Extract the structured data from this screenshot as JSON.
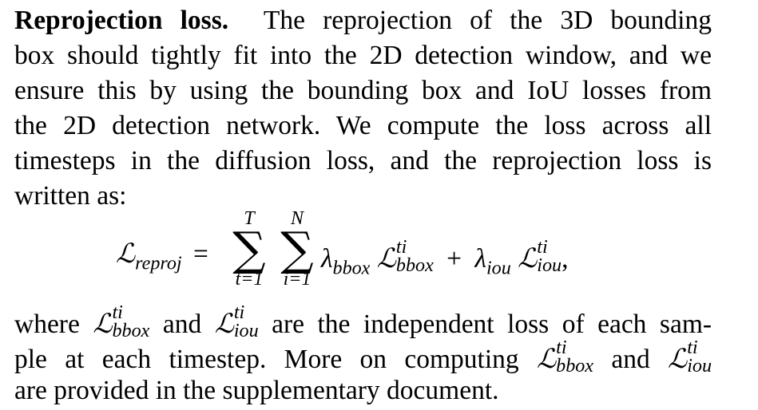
{
  "paragraph1": {
    "lead": "Reprojection loss.",
    "line1": "The reprojection of the 3D bounding",
    "line2": "box should tightly fit into the 2D detection window, and we",
    "line3": "ensure this by using the bounding box and IoU losses from",
    "line4": "the 2D detection network.  We compute the loss across all",
    "line5": "timesteps in the diffusion loss, and the reprojection loss is",
    "line6": "written as:"
  },
  "equation": {
    "lhs_symbol": "ℒ",
    "lhs_sub": "reproj",
    "equals": "=",
    "sum1_upper": "T",
    "sum1_lower": "t=1",
    "sum2_upper": "N",
    "sum2_lower": "i=1",
    "sigma": "∑",
    "lambda": "λ",
    "bbox_sub": "bbox",
    "iou_sub": "iou",
    "term_sup": "ti",
    "plus": "+",
    "comma": ","
  },
  "paragraph2": {
    "w1": "where",
    "w2": "and",
    "w3": "are the independent loss of each sam-",
    "line2a": "ple at each timestep.  More on computing",
    "line2b": "and",
    "line3": "are provided in the supplementary document."
  }
}
